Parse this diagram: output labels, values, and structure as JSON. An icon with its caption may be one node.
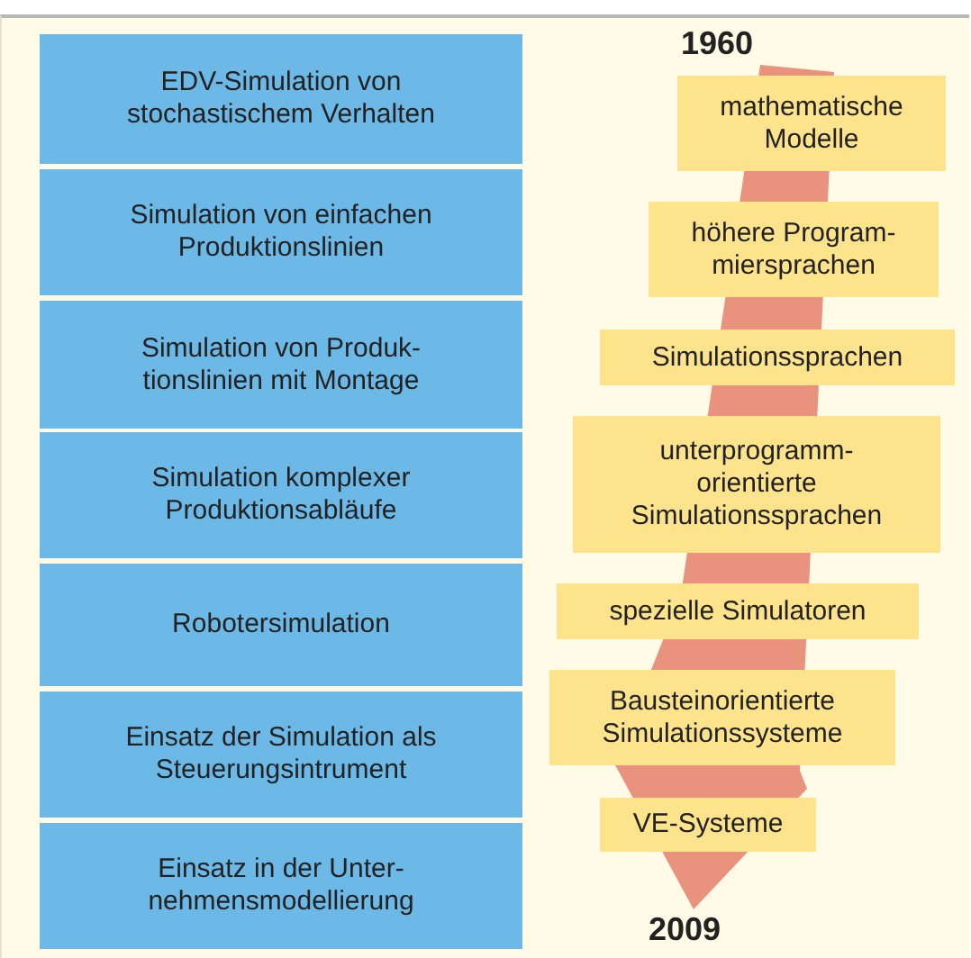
{
  "diagram": {
    "nodes": [
      {
        "text": [
          "EDV-Simulation von stochastischem Verhalten"
        ]
      },
      {
        "text": [
          "Simulation von einfachen Produktionslinien"
        ]
      },
      {
        "text": [
          "Simulation von Produk- tionslinien mit Montage"
        ]
      },
      {
        "text": [
          "Simulation komplexer Produktionsabläufe"
        ]
      },
      {
        "text": [
          "Robotersimulation"
        ]
      },
      {
        "text": [
          "Einsatz der Simulation als Steuerungsintrument"
        ]
      },
      {
        "text": [
          "Einsatz in der Unter- nehmensmodellierung"
        ]
      },
      {
        "text": [
          "mathematische Modelle"
        ]
      },
      {
        "text": [
          "höhere Program- miersprachen"
        ]
      },
      {
        "text": [
          "Simulationssprachen"
        ]
      },
      {
        "text": [
          "unterprogramm- orientierte Simulationssprachen"
        ]
      },
      {
        "text": [
          "spezielle Simulatoren"
        ]
      },
      {
        "text": [
          "Bausteinorientierte Simulationssysteme"
        ]
      },
      {
        "text": [
          "VE-Systeme"
        ]
      }
    ],
    "labels": [
      "1960",
      "2009"
    ]
  }
}
